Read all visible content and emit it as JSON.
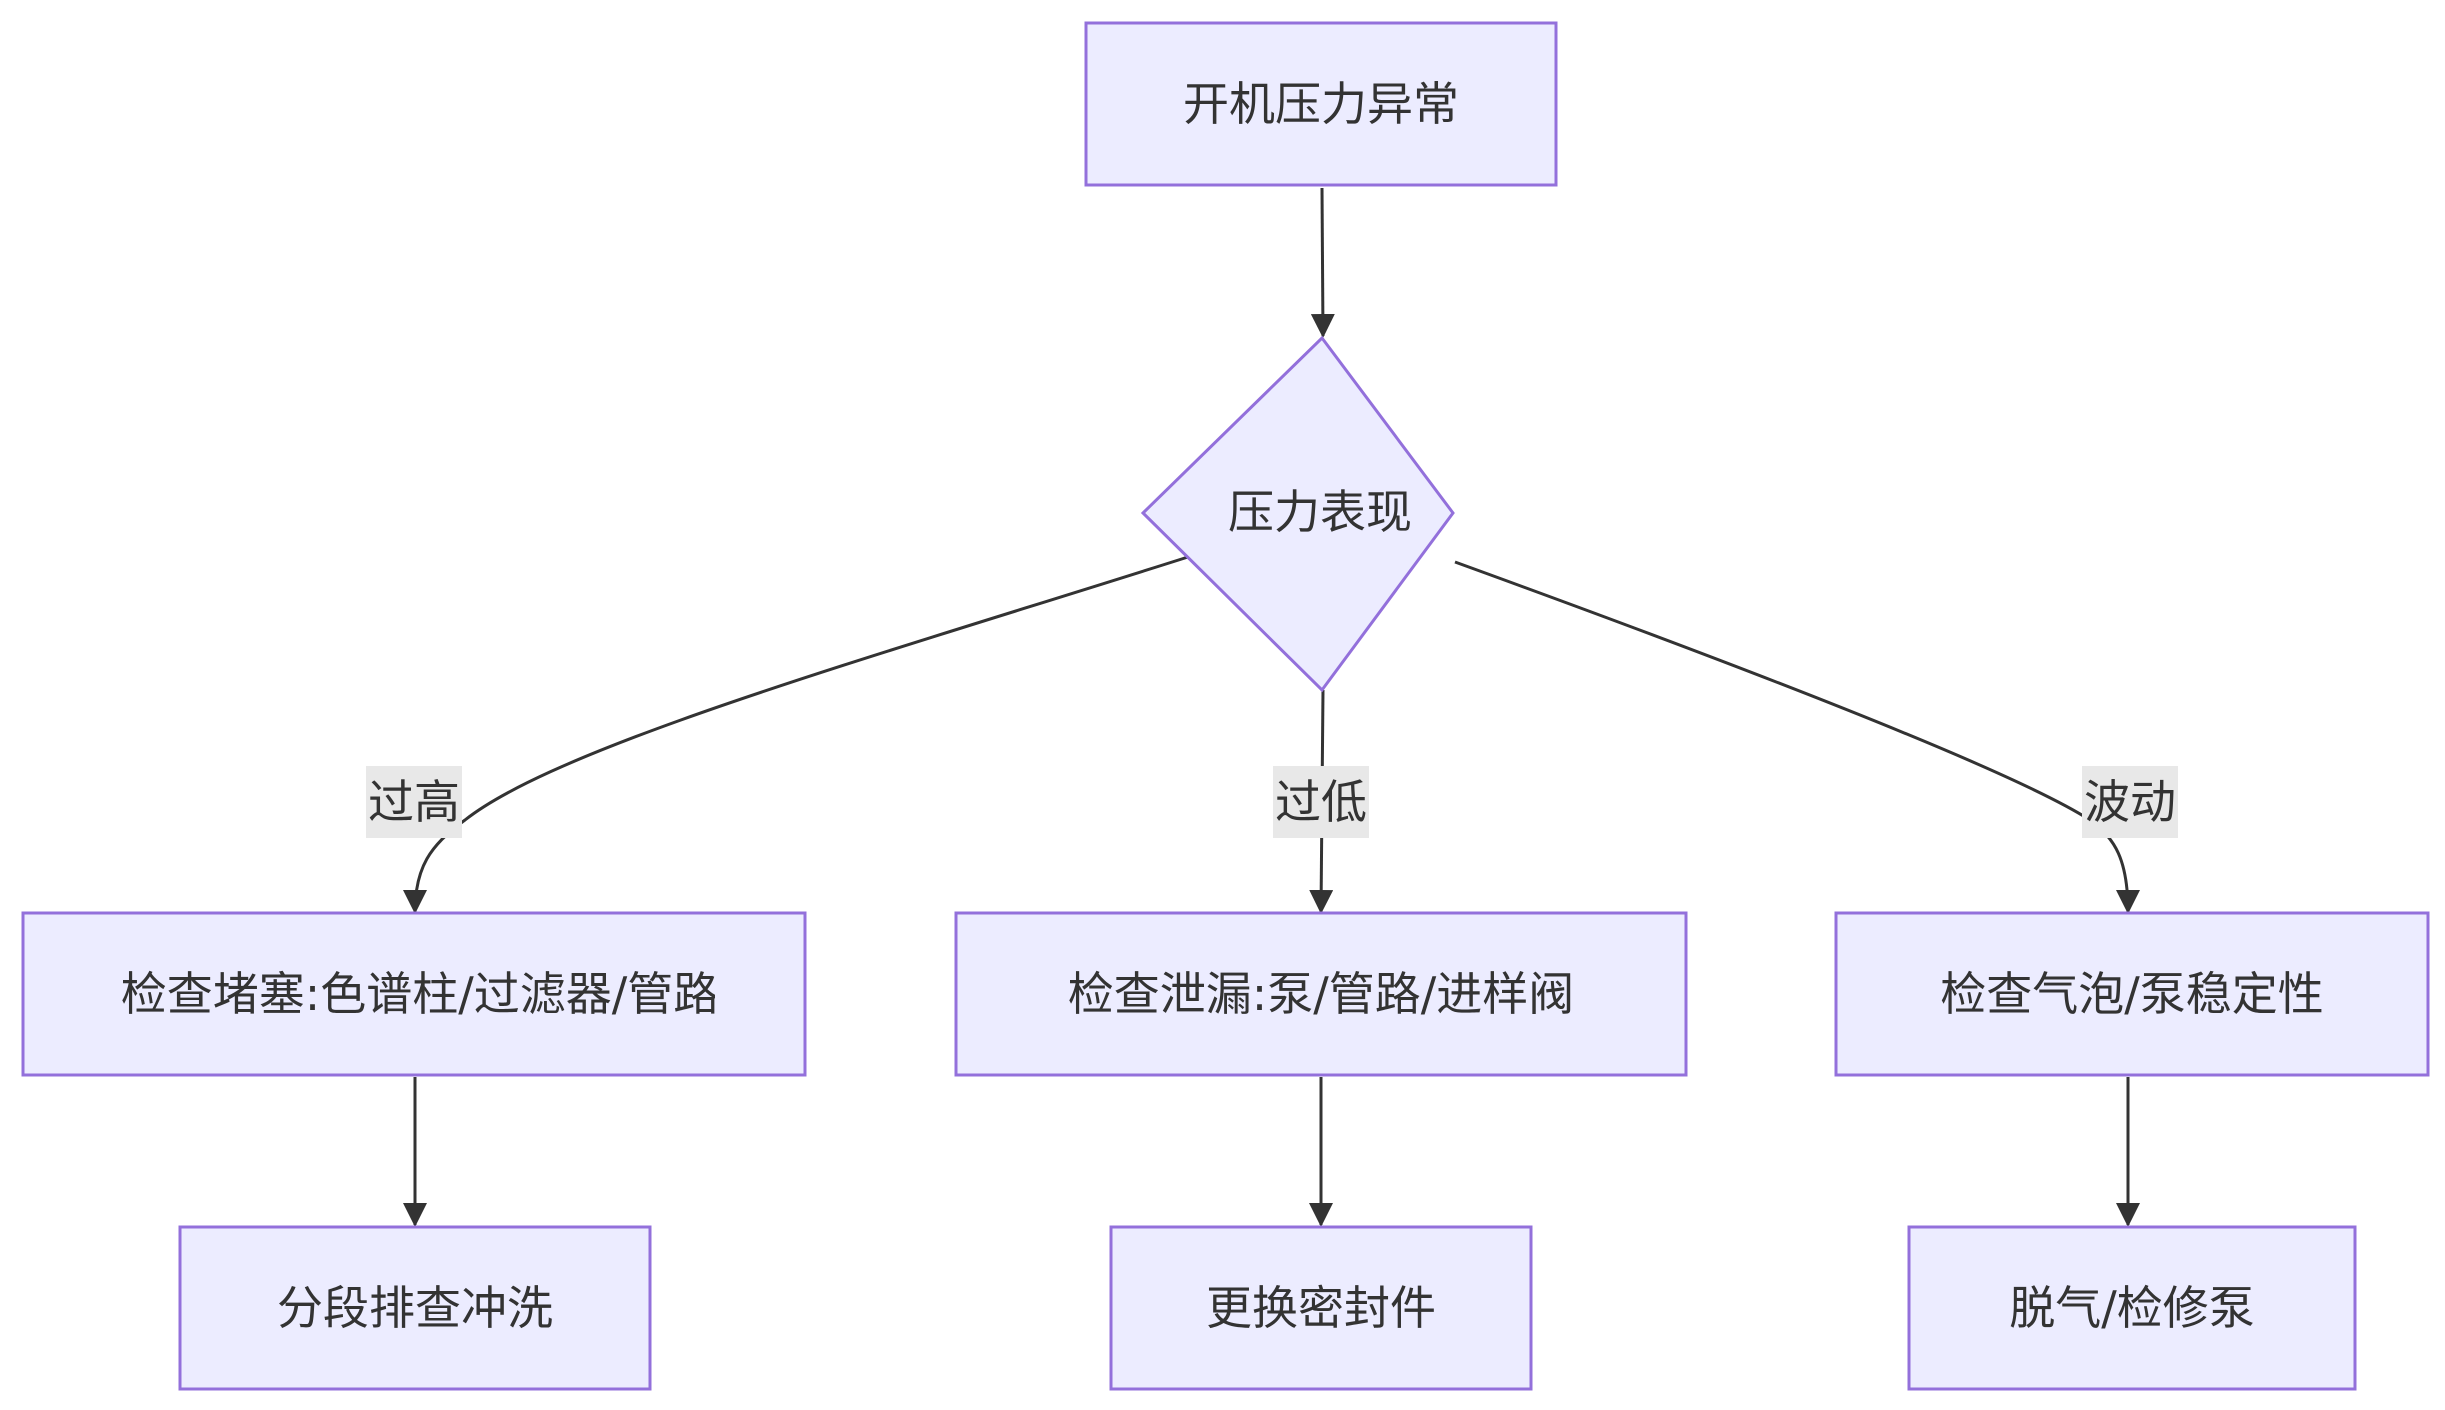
{
  "nodes": {
    "start": "开机压力异常",
    "decision": "压力表现",
    "check_block": "检查堵塞:色谱柱/过滤器/管路",
    "check_leak": "检查泄漏:泵/管路/进样阀",
    "check_bubble": "检查气泡/泵稳定性",
    "flush": "分段排查冲洗",
    "replace_seal": "更换密封件",
    "degas": "脱气/检修泵"
  },
  "edges": {
    "high": "过高",
    "low": "过低",
    "fluctuate": "波动"
  },
  "colors": {
    "node_fill": "#ececff",
    "node_stroke": "#9370db",
    "edge": "#333333",
    "label_bg": "#e8e8e8",
    "text": "#333333"
  }
}
